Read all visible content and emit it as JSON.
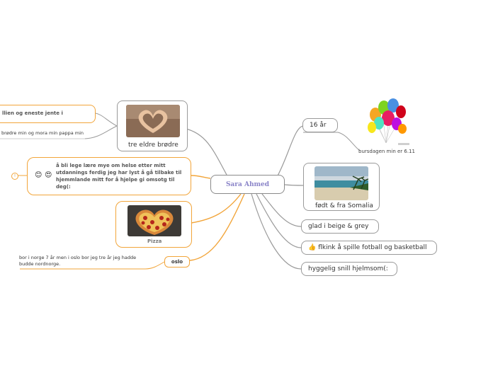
{
  "central": {
    "title": "Sara Ahmed"
  },
  "right": {
    "age": {
      "label": "16 år",
      "balloon_caption": "bursdagen min er 6.11"
    },
    "origin": {
      "label": "født & fra Somalia"
    },
    "colors": {
      "label": "glad i beige & grey"
    },
    "sports": {
      "icon": "thumbs-up-icon",
      "label": "flkink å spille fotball og basketball"
    },
    "personality": {
      "label": "hyggelig snill hjelmsom(:"
    }
  },
  "left": {
    "siblings": {
      "label": "tre eldre brødre",
      "child1": "llien og eneste jente i",
      "child2": "brødre min og mora min pappa min"
    },
    "dream": {
      "emoji1": "smiling-face-icon",
      "emoji2": "hearts-face-icon",
      "text": "å bli lege lære mye om helse etter mitt utdannings ferdig jeg har lyst å gå tilbake til hjemmlande mitt for å hjelpe gi omsotg til deg(:",
      "badge": "!"
    },
    "food": {
      "label": "Pizza"
    },
    "city": {
      "label": "oslo",
      "note": "bor i norge 7 år men i oslo bor jeg tre år jeg hadde budde nordnorge."
    }
  },
  "colors": {
    "gray_line": "#9a9a9a",
    "orange_line": "#f2a53a",
    "title": "#8a84c8"
  }
}
